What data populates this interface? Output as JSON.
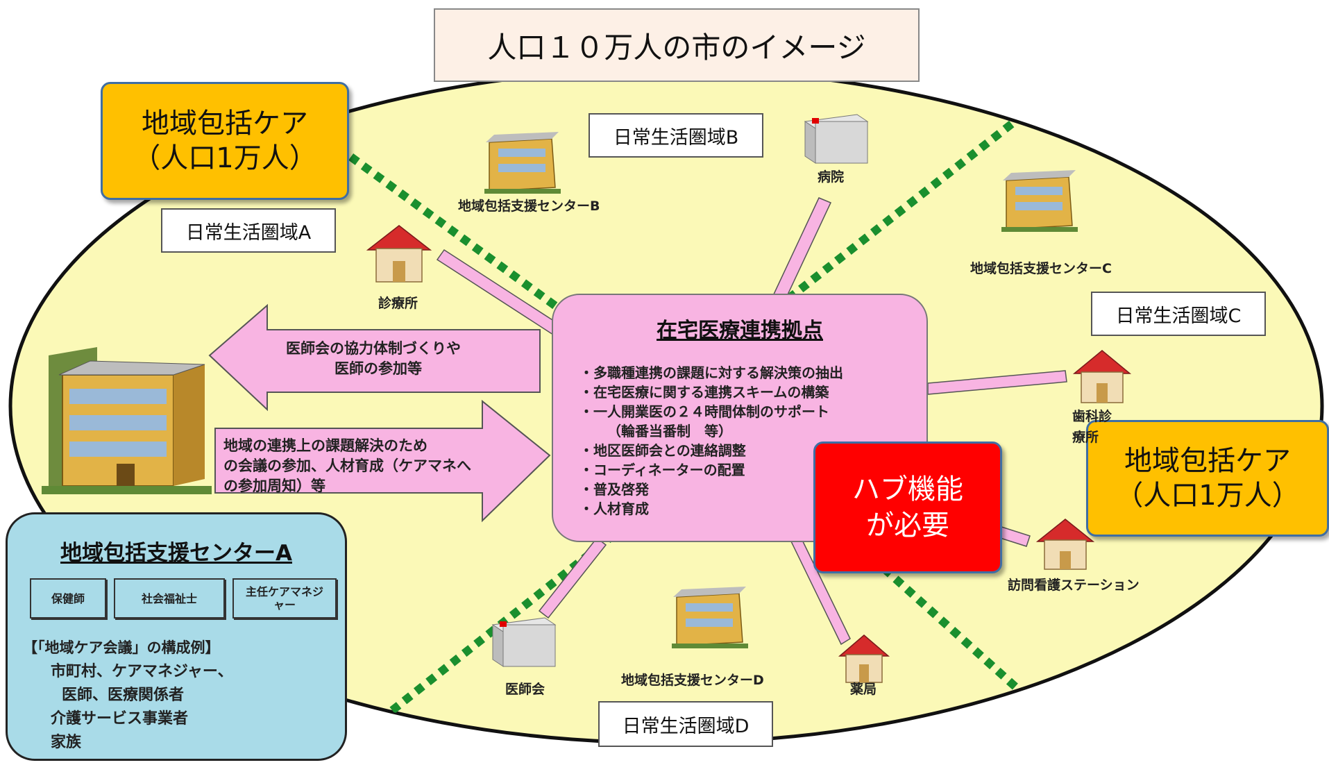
{
  "title": "人口１０万人の市のイメージ",
  "areas": {
    "a": "日常生活圏域A",
    "b": "日常生活圏域B",
    "c": "日常生活圏域C",
    "d": "日常生活圏域D"
  },
  "community_care": {
    "line1": "地域包括ケア",
    "line2": "（人口1万人）"
  },
  "hub": {
    "line1": "ハブ機能",
    "line2": "が必要"
  },
  "center": {
    "title": "在宅医療連携拠点",
    "items": [
      "多職種連携の課題に対する解決策の抽出",
      "在宅医療に関する連携スキームの構築",
      "一人開業医の２４時間体制のサポート",
      "（輪番当番制　等）",
      "地区医師会との連絡調整",
      "コーディネーターの配置",
      "普及啓発",
      "人材育成"
    ]
  },
  "arrows": {
    "left_line1": "医師会の協力体制づくりや",
    "left_line2": "医師の参加等",
    "right_line1": "地域の連携上の課題解決のため",
    "right_line2": "の会議の参加、人材育成（ケアマネへ",
    "right_line3": "の参加周知）等"
  },
  "facilities": {
    "center_b": "地域包括支援センターB",
    "center_c": "地域包括支援センターC",
    "center_d": "地域包括支援センターD",
    "hospital": "病院",
    "clinic": "診療所",
    "dental": "歯科診療所",
    "visiting_nursing": "訪問看護ステーション",
    "pharmacy": "薬局",
    "medical_association": "医師会"
  },
  "center_a": {
    "title": "地域包括支援センターA",
    "roles": [
      "保健師",
      "社会福祉士",
      "主任ケアマネジャー"
    ],
    "meeting_heading": "【「地域ケア会議」の構成例】",
    "members": [
      "市町村、ケアマネジャー、",
      "医師、医療関係者",
      "介護サービス事業者",
      "家族"
    ]
  },
  "colors": {
    "ellipse_fill": "#fbf9b7",
    "divider_green": "#1a8f2e",
    "pink": "#f8b4e2",
    "orange": "#ffc000",
    "hub_red": "#ff0000",
    "blue_panel": "#a9dbe8"
  }
}
